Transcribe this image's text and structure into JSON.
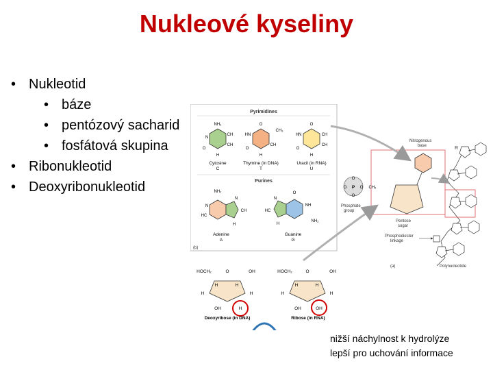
{
  "slide": {
    "title": "Nukleové kyseliny",
    "bullets": [
      {
        "text": "Nukleotid",
        "children": [
          "báze",
          "pentózový sacharid",
          "fosfátová skupina"
        ]
      },
      {
        "text": "Ribonukleotid"
      },
      {
        "text": "Deoxyribonukleotid"
      }
    ],
    "note": [
      "nižší náchylnost k hydrolýze",
      "lepší pro uchování informace"
    ]
  },
  "figure": {
    "pyrimidines_heading": "Pyrimidines",
    "purines_heading": "Purines",
    "cytosine": "Cytosine",
    "cytosine_code": "C",
    "thymine": "Thymine (in DNA)",
    "thymine_code": "T",
    "uracil": "Uracil (in RNA)",
    "uracil_code": "U",
    "adenine": "Adenine",
    "adenine_code": "A",
    "guanine": "Guanine",
    "guanine_code": "G",
    "panel_b": "(b)",
    "panel_a": "(a)",
    "nitrogenous_base": [
      "Nitrogenous",
      "base"
    ],
    "phosphate_group": [
      "Phosphate",
      "group"
    ],
    "pentose_sugar": [
      "Pentose",
      "sugar"
    ],
    "phosphodiester_linkage": [
      "Phosphodiester",
      "linkage"
    ],
    "polynucleotide": "Polynucleotide",
    "deoxyribose": "Deoxyribose (in DNA)",
    "ribose": "Ribose (in RNA)",
    "hoch2": "HOCH₂",
    "oh": "OH",
    "h": "H",
    "o": "O",
    "p": "P",
    "ch2": "CH₂",
    "ch3": "CH₃",
    "nh2": "NH₂",
    "n": "N",
    "nh": "NH",
    "hn": "HN",
    "ch": "CH",
    "hc": "HC",
    "r": "R"
  },
  "colors": {
    "title": "#c00000",
    "ring_green": "#a9d08e",
    "ring_orange": "#f4b183",
    "ring_yellow": "#ffe699",
    "ring_blue": "#9dc3e6",
    "ring_pink": "#f8cbad",
    "sugar_beige": "#f8e4c8",
    "highlight_red": "#d00000",
    "arrow_blue": "#2e75b6"
  }
}
